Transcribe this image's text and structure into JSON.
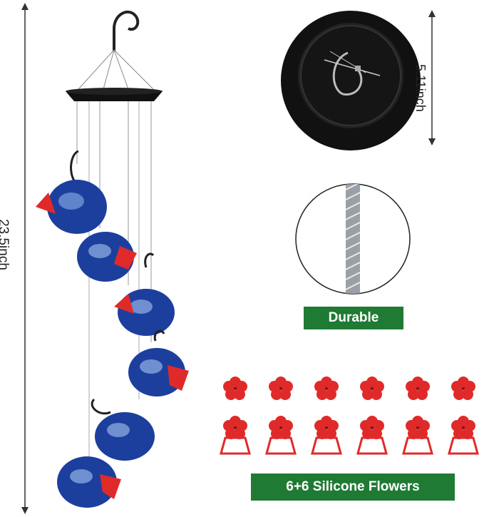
{
  "dimensions": {
    "height_label": "23.5inch",
    "diameter_label": "5.11inch"
  },
  "badges": {
    "durable": "Durable",
    "flowers": "6+6 Silicone Flowers"
  },
  "colors": {
    "badge_green": "#1f7a33",
    "flower_red": "#e02a2a",
    "glass_blue": "#1c3f9e",
    "lid_black": "#111111"
  }
}
